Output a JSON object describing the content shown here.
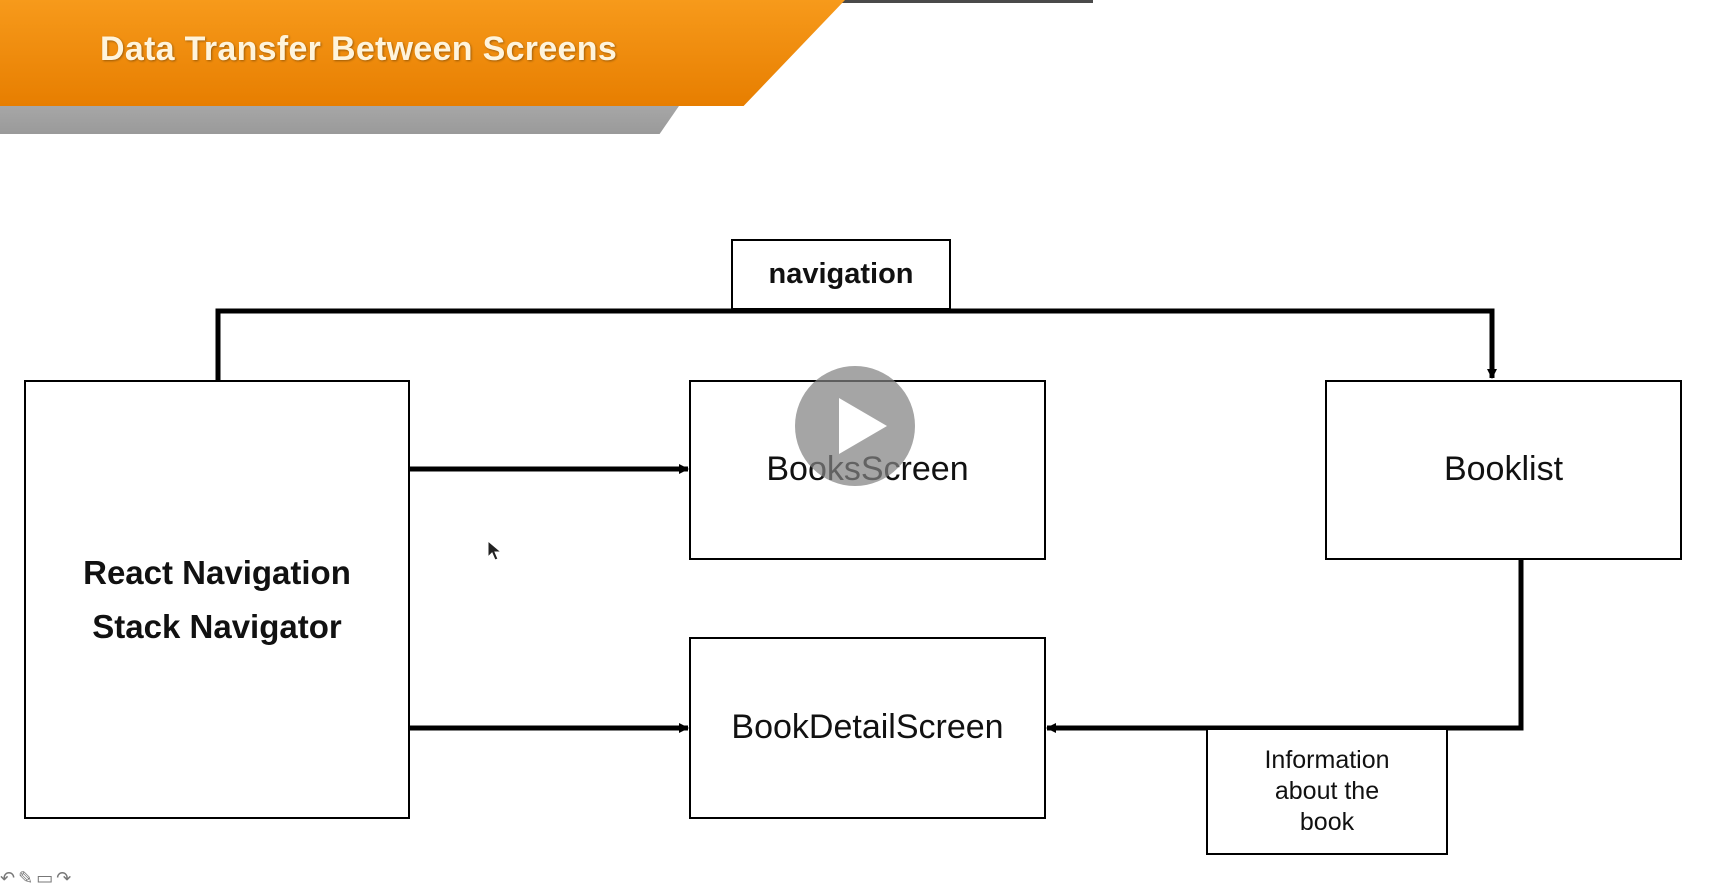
{
  "slide": {
    "title": "Data Transfer Between Screens"
  },
  "diagram": {
    "navigator_label_line1": "React Navigation",
    "navigator_label_line2": "Stack Navigator",
    "books_screen_label": "BooksScreen",
    "book_detail_screen_label": "BookDetailScreen",
    "booklist_label": "Booklist",
    "navigation_label": "navigation",
    "info_label_line1": "Information",
    "info_label_line2": "about the",
    "info_label_line3": "book"
  },
  "player": {
    "play_icon": "play-icon",
    "cursor_icon": "cursor-arrow-icon",
    "toolbar_icons": [
      "undo-icon",
      "pen-icon",
      "screen-icon",
      "redo-icon"
    ]
  },
  "colors": {
    "banner": "#f08c0b",
    "banner_text": "#fff4dc",
    "line": "#000000"
  }
}
